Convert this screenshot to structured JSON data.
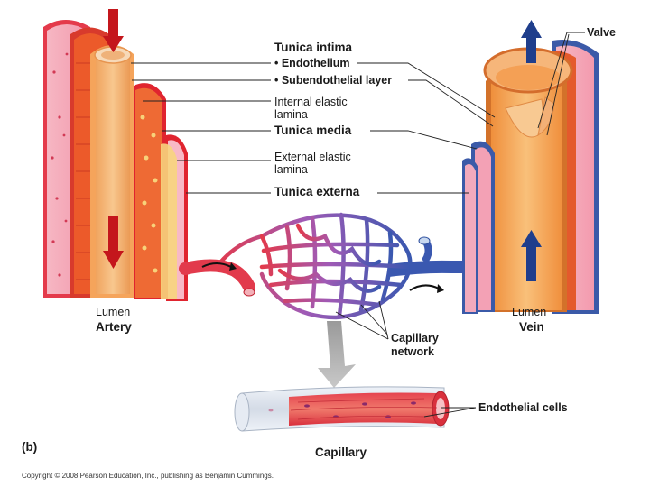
{
  "figure": {
    "panel_label": "(b)",
    "copyright": "Copyright © 2008 Pearson Education, Inc., publishing as Benjamin Cummings."
  },
  "labels": {
    "tunica_intima": "Tunica intima",
    "endothelium": "• Endothelium",
    "subendothelial": "• Subendothelial layer",
    "internal_elastic_1": "Internal elastic",
    "internal_elastic_2": "lamina",
    "tunica_media": "Tunica media",
    "external_elastic_1": "External elastic",
    "external_elastic_2": "lamina",
    "tunica_externa": "Tunica externa",
    "valve": "Valve",
    "artery_lumen": "Lumen",
    "artery": "Artery",
    "vein_lumen": "Lumen",
    "vein": "Vein",
    "capillary_network_1": "Capillary",
    "capillary_network_2": "network",
    "endothelial_cells": "Endothelial cells",
    "capillary": "Capillary"
  },
  "colors": {
    "artery_red": "#e0242f",
    "vein_blue": "#2e4f9e",
    "capillary_purple": "#9b5fb0",
    "media_orange": "#e9542a",
    "intima_peach": "#f4a35c",
    "arrow_red": "#c4161c",
    "arrow_blue": "#1f3e8c"
  }
}
